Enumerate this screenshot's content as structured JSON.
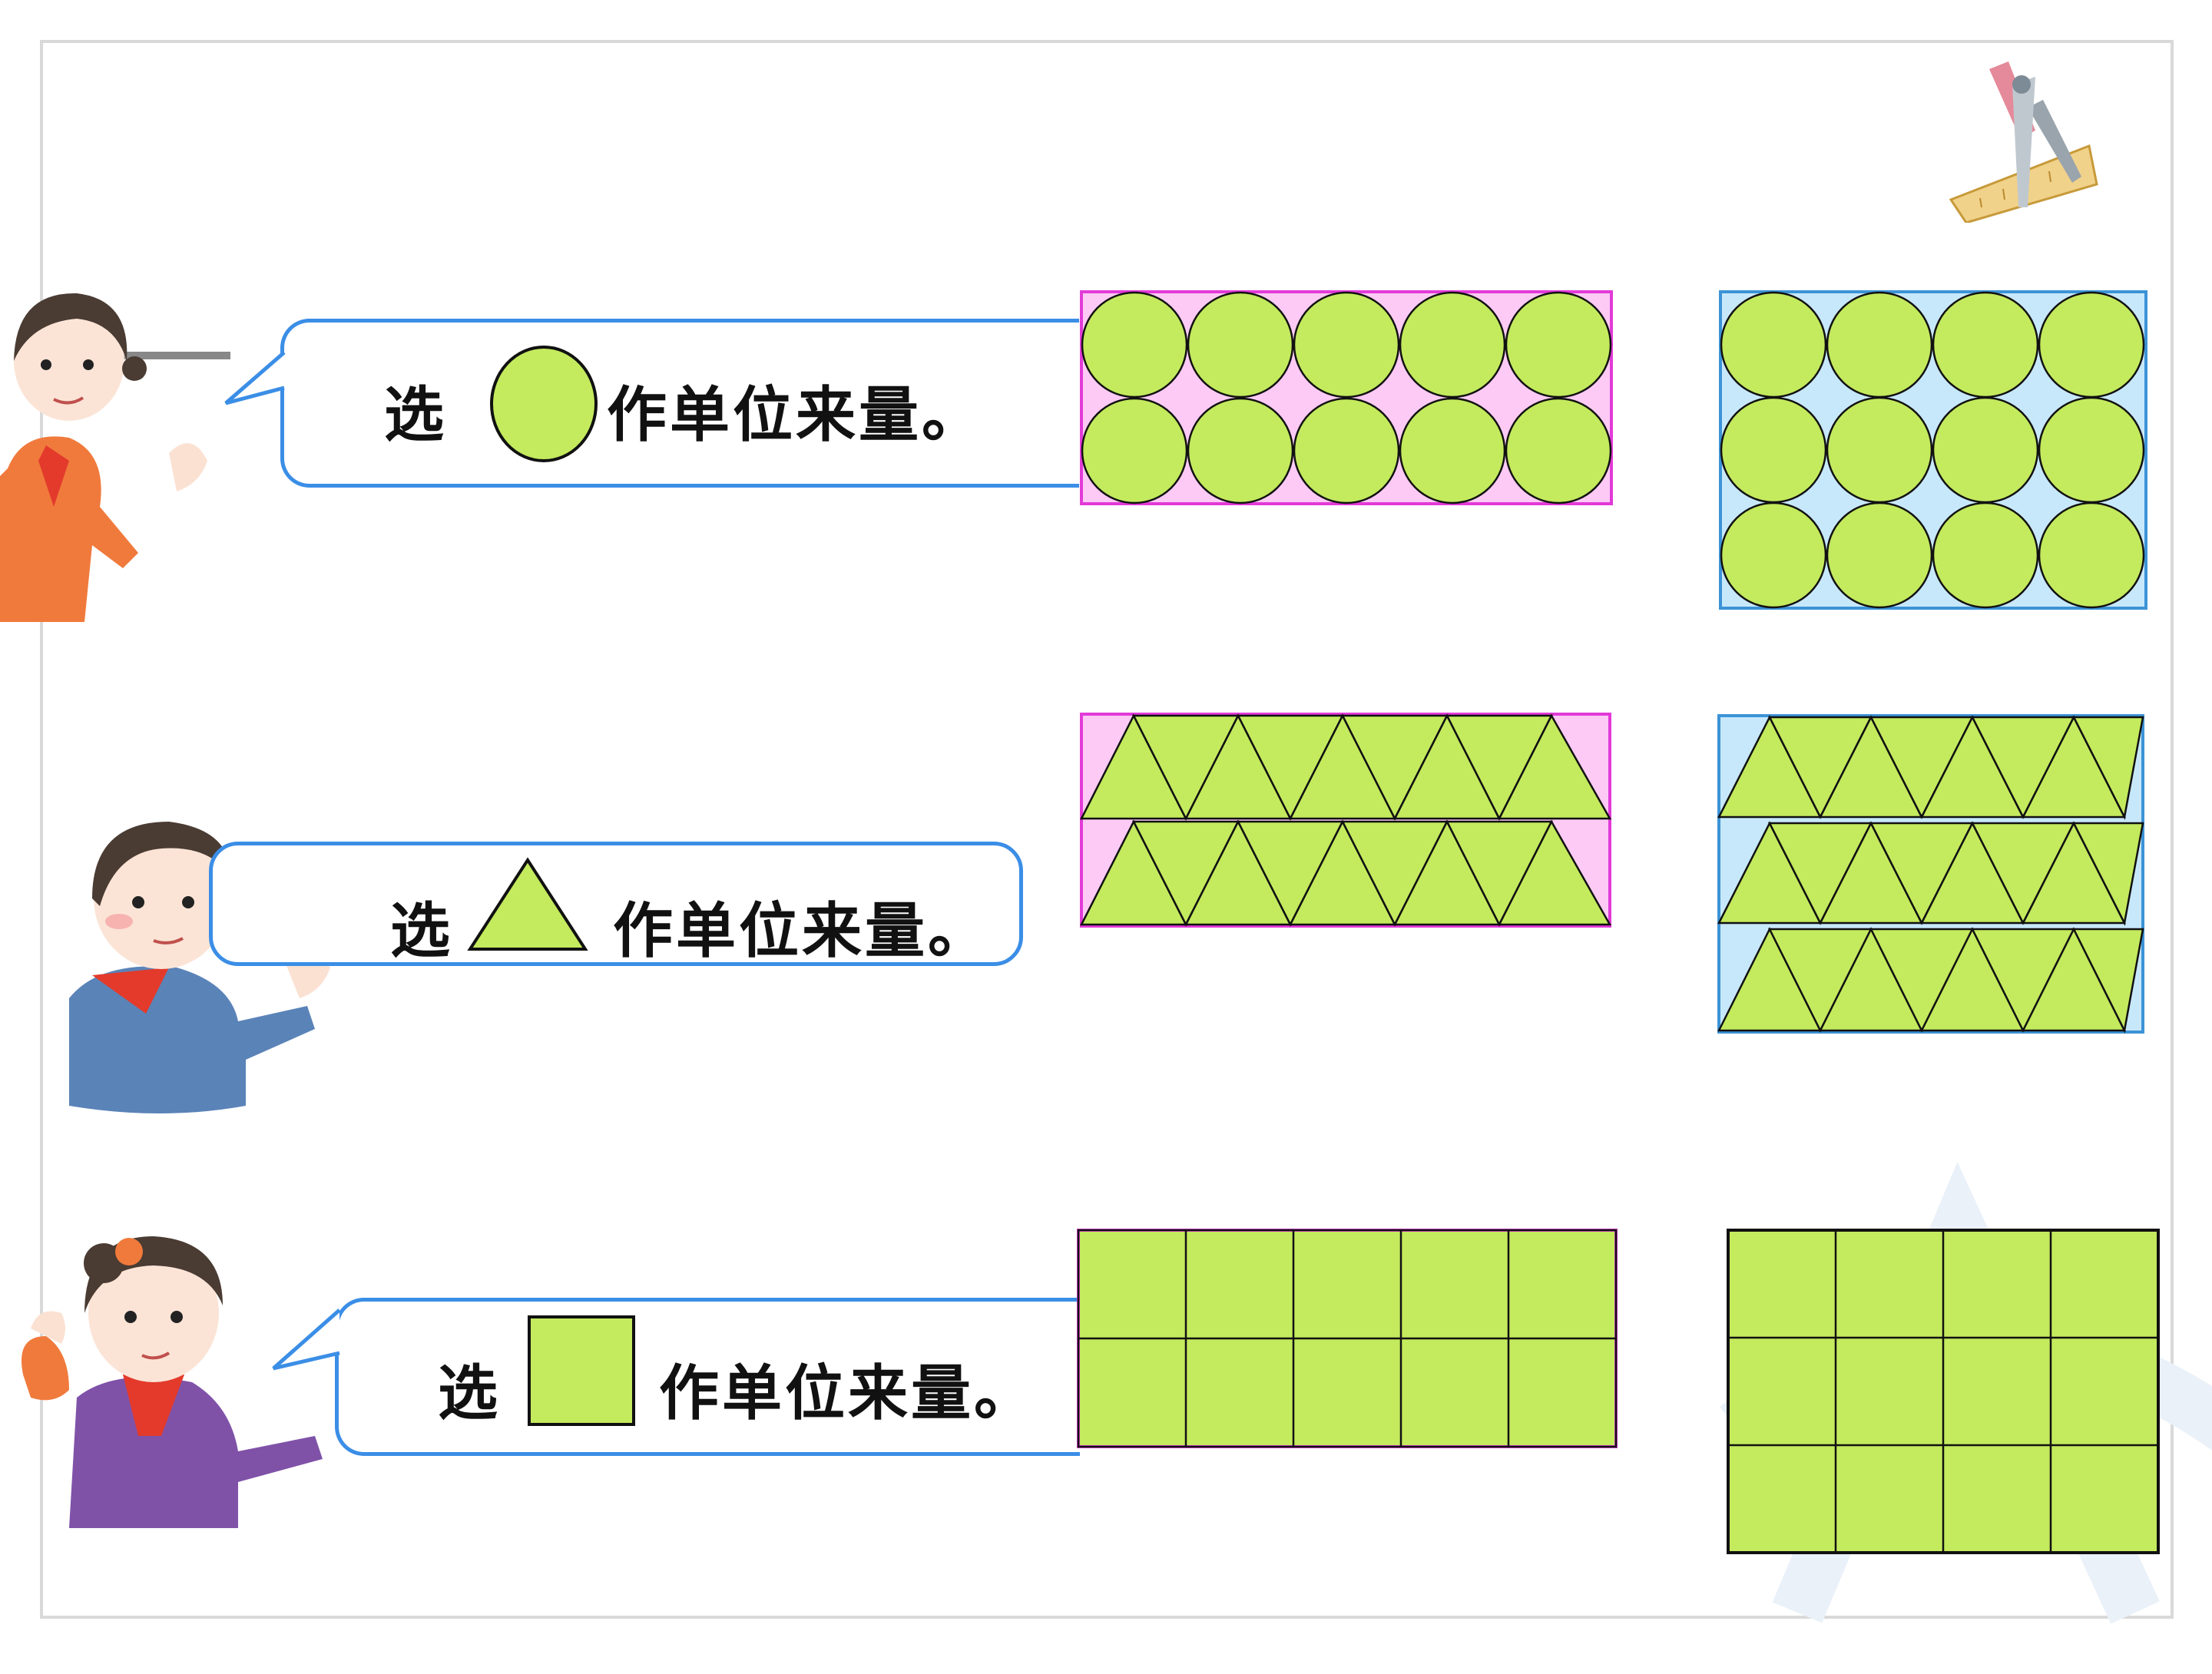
{
  "rows": [
    {
      "select": "选",
      "rest": "作单位来量。",
      "unit_icon": "circle-icon"
    },
    {
      "select": "选",
      "rest": "作单位来量。",
      "unit_icon": "triangle-icon"
    },
    {
      "select": "选",
      "rest": "作单位来量。",
      "unit_icon": "square-icon"
    }
  ],
  "colors": {
    "shape_fill": "#c4ea5e",
    "pink_fill": "#fccaf5",
    "pink_border": "#e23ad8",
    "blue_fill": "#c7e8fa",
    "blue_border": "#3c93d6",
    "bubble_border": "#3b8ee6",
    "frame": "#d9d9d9"
  },
  "rectangles": {
    "pink": {
      "columns": 5,
      "rows": 2
    },
    "blue": {
      "columns": 4,
      "rows": 3
    }
  }
}
